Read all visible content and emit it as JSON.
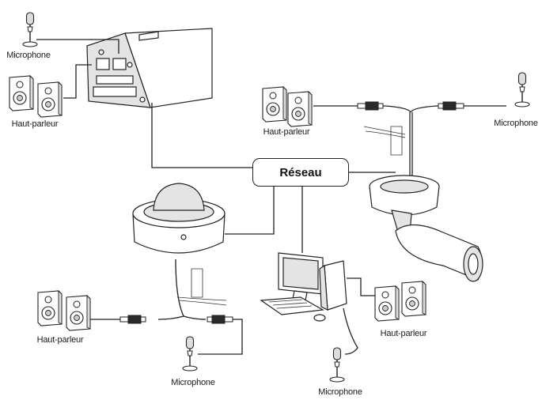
{
  "network": {
    "label": "Réseau"
  },
  "labels": {
    "box_camera_microphone": "Microphone",
    "box_camera_speaker": "Haut-parleur",
    "bullet_camera_speaker": "Haut-parleur",
    "bullet_camera_microphone": "Microphone",
    "dome_camera_speaker": "Haut-parleur",
    "dome_camera_microphone": "Microphone",
    "pc_speaker": "Haut-parleur",
    "pc_microphone": "Microphone"
  },
  "colors": {
    "line": "#222222",
    "device_fill": "#ffffff",
    "device_shade": "#e4e4e4"
  },
  "icons": [
    "microphone-icon",
    "speaker-icon",
    "box-camera-icon",
    "bullet-camera-icon",
    "dome-camera-icon",
    "pc-icon"
  ]
}
